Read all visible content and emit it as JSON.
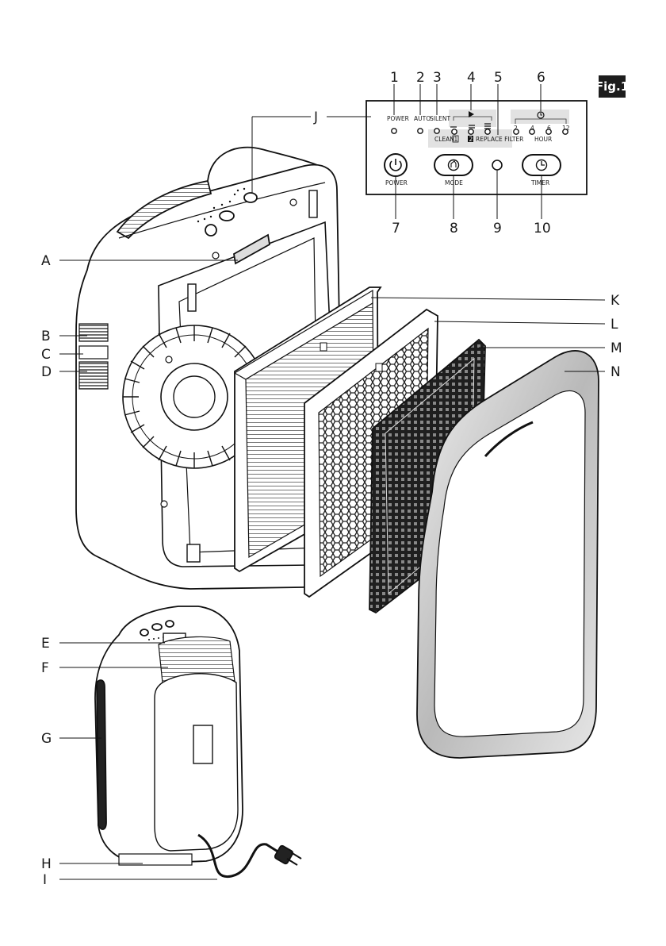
{
  "fig_label": "Fig.1",
  "callouts": {
    "A": "A",
    "B": "B",
    "C": "C",
    "D": "D",
    "E": "E",
    "F": "F",
    "G": "G",
    "H": "H",
    "I": "I",
    "J": "J",
    "K": "K",
    "L": "L",
    "M": "M",
    "N": "N"
  },
  "panel_numbers": [
    "1",
    "2",
    "3",
    "4",
    "5",
    "6",
    "7",
    "8",
    "9",
    "10"
  ],
  "panel": {
    "power": "POWER",
    "auto": "AUTO",
    "silent": "SILENT",
    "clean": "CLEAN",
    "clean_num": "1",
    "replace_num": "2",
    "replace_filter": "REPLACE FILTER",
    "hours": [
      "2",
      "4",
      "6",
      "12"
    ],
    "hour": "HOUR",
    "btn_power": "POWER",
    "btn_mode": "MODE",
    "btn_timer": "TIMER"
  }
}
